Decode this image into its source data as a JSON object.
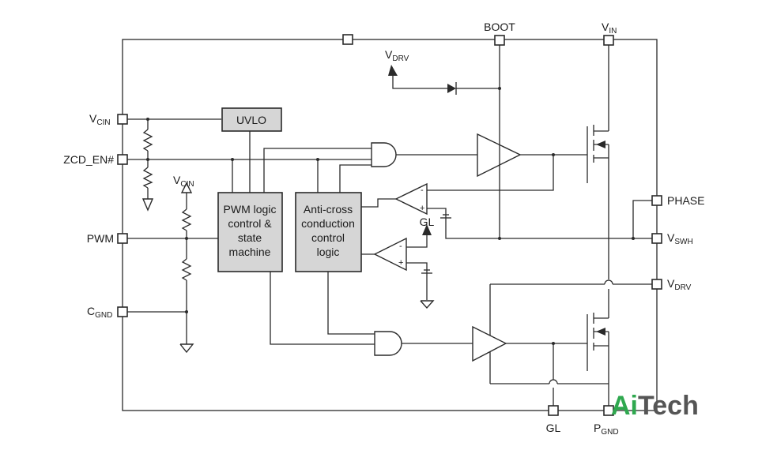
{
  "pins": {
    "boot": "BOOT",
    "vin_main": "V",
    "vin_sub": "IN",
    "vcin_main": "V",
    "vcin_sub": "CIN",
    "zcd_en": "ZCD_EN#",
    "pwm": "PWM",
    "cgnd_main": "C",
    "cgnd_sub": "GND",
    "phase": "PHASE",
    "vswh_main": "V",
    "vswh_sub": "SWH",
    "vdrv_main": "V",
    "vdrv_sub": "DRV",
    "gl": "GL",
    "pgnd_main": "P",
    "pgnd_sub": "GND"
  },
  "internal": {
    "vdrv_main": "V",
    "vdrv_sub": "DRV",
    "vcin_main": "V",
    "vcin_sub": "CIN",
    "gl": "GL"
  },
  "blocks": {
    "uvlo": "UVLO",
    "pwm_logic": [
      "PWM logic",
      "control &",
      "state",
      "machine"
    ],
    "anticross": [
      "Anti-cross",
      "conduction",
      "control",
      "logic"
    ]
  },
  "watermark": {
    "part1": "Ai",
    "part2": "Tech",
    "color1": "#2fa84f",
    "color2": "#555555"
  }
}
